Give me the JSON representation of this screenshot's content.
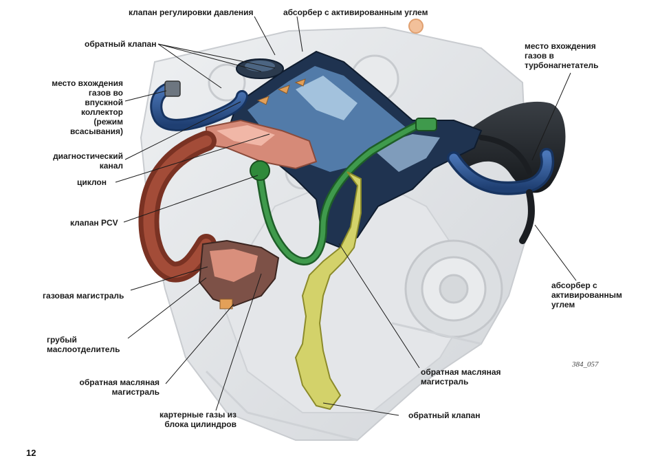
{
  "labels": {
    "pressure_valve": "клапан регулировки давления",
    "carbon_absorber_top": "абсорбер с активированным углем",
    "check_valve_top": "обратный клапан",
    "intake_entry": "место вхождения\nгазов во\nвпускной\nколлектор\n(режим\nвсасывания)",
    "diagnostic_channel": "диагностический\nканал",
    "cyclone": "циклон",
    "pcv_valve": "клапан PCV",
    "gas_line": "газовая магистраль",
    "coarse_separator": "грубый\nмаслоотделитель",
    "oil_return_left": "обратная масляная\nмагистраль",
    "crankcase_gases": "картерные газы из\nблока цилиндров",
    "turbo_entry": "место вхождения\nгазов в\nтурбонагнетатель",
    "carbon_absorber_right": "абсорбер с\nактивированным\nуглем",
    "oil_return_right": "обратная масляная\nмагистраль",
    "check_valve_bottom": "обратный клапан"
  },
  "figure_code": "384_057",
  "page_number": "12",
  "colors": {
    "gas_pipe": "#8c3a2a",
    "pcv_line": "#2f8a3a",
    "oil_return": "#c8c83a",
    "fresh_air": "#2a4f8a",
    "cover": "#1e2f4a",
    "cyclone_body": "#d07a6a"
  }
}
